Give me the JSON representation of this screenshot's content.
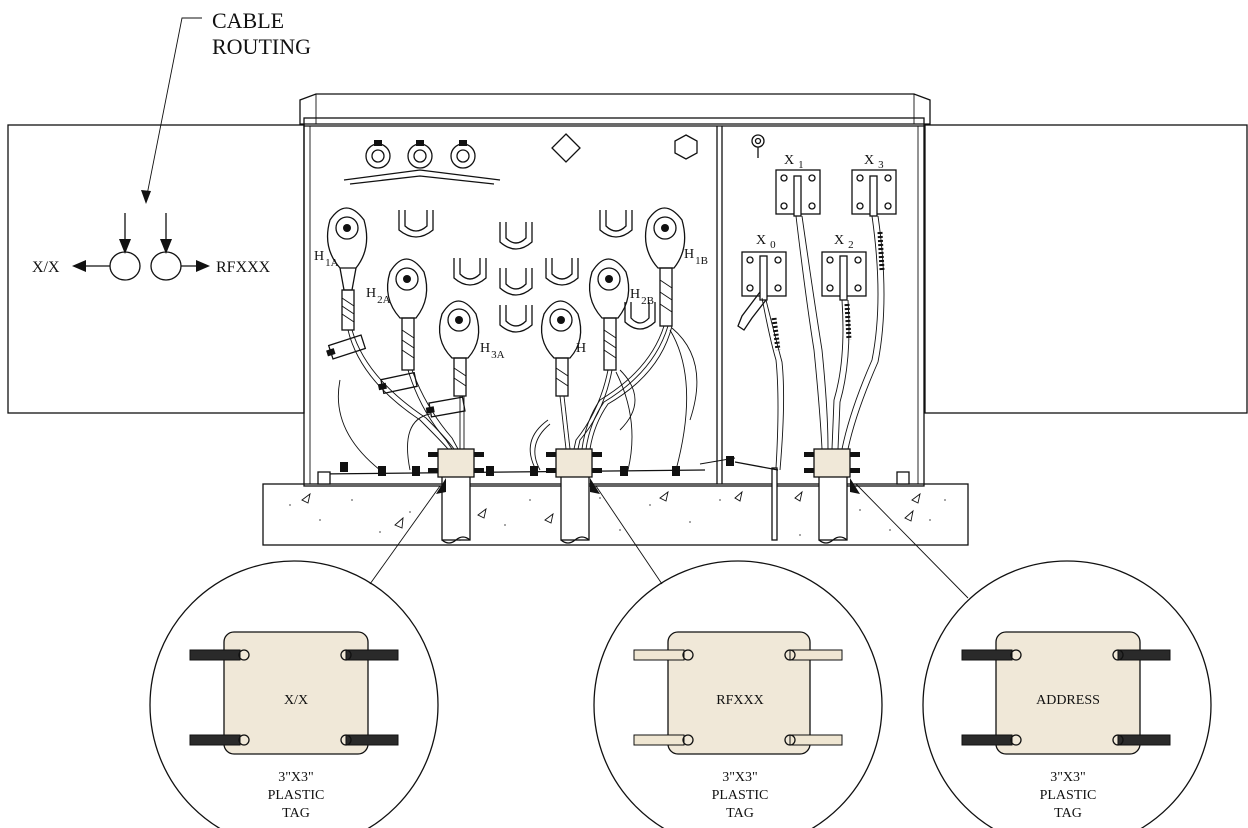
{
  "callouts": {
    "cable_routing_line1": "CABLE",
    "cable_routing_line2": "ROUTING",
    "left_direction": "X/X",
    "right_direction": "RFXXX"
  },
  "hv_labels": {
    "h1a_main": "H",
    "h1a_sub": "1A",
    "h2a_main": "H",
    "h2a_sub": "2A",
    "h3a_main": "H",
    "h3a_sub": "3A",
    "h_center": "H",
    "h2b_main": "H",
    "h2b_sub": "2B",
    "h1b_main": "H",
    "h1b_sub": "1B"
  },
  "lv_labels": {
    "x1_main": "X",
    "x1_sub": "1",
    "x3_main": "X",
    "x3_sub": "3",
    "x0_main": "X",
    "x0_sub": "0",
    "x2_main": "X",
    "x2_sub": "2"
  },
  "tags": [
    {
      "label": "X/X",
      "caption1": "3\"X3\"",
      "caption2": "PLASTIC",
      "caption3": "TAG",
      "tie_color": "#2a2a2a"
    },
    {
      "label": "RFXXX",
      "caption1": "3\"X3\"",
      "caption2": "PLASTIC",
      "caption3": "TAG",
      "tie_color": "#efe6d2"
    },
    {
      "label": "ADDRESS",
      "caption1": "3\"X3\"",
      "caption2": "PLASTIC",
      "caption3": "TAG",
      "tie_color": "#2a2a2a"
    }
  ],
  "colors": {
    "tag_fill": "#f0e8d8",
    "line": "#111111"
  }
}
